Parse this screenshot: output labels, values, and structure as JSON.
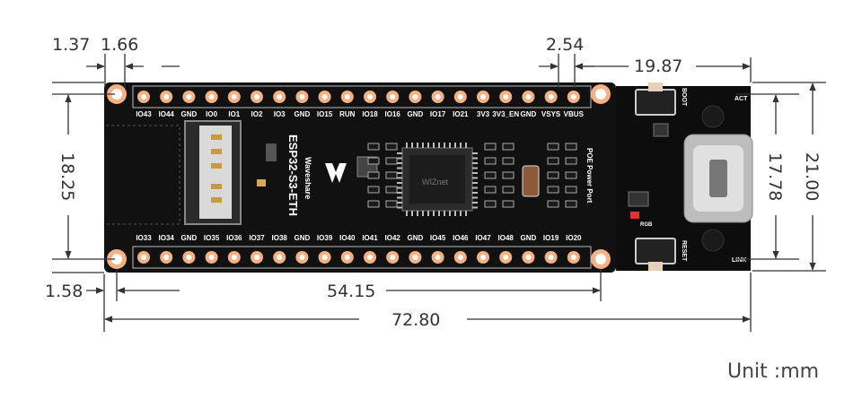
{
  "dimensions": {
    "d_1_37": "1.37",
    "d_1_66": "1.66",
    "d_2_54": "2.54",
    "d_19_87": "19.87",
    "d_18_25": "18.25",
    "d_17_78": "17.78",
    "d_21_00": "21.00",
    "d_1_58": "1.58",
    "d_54_15": "54.15",
    "d_72_80": "72.80"
  },
  "unit_label": "Unit :mm",
  "board": {
    "name": "ESP32-S3-ETH",
    "brand": "Waveshare",
    "top_pins": [
      "IO43",
      "IO44",
      "GND",
      "IO0",
      "IO1",
      "IO2",
      "IO3",
      "GND",
      "IO15",
      "RUN",
      "IO18",
      "IO16",
      "GND",
      "IO17",
      "IO21",
      "3V3",
      "3V3_EN",
      "GND",
      "VSYS",
      "VBUS"
    ],
    "bottom_pins": [
      "IO33",
      "IO34",
      "GND",
      "IO35",
      "IO36",
      "IO37",
      "IO38",
      "GND",
      "IO39",
      "IO40",
      "IO41",
      "IO42",
      "GND",
      "IO45",
      "IO46",
      "IO47",
      "IO48",
      "GND",
      "IO19",
      "IO20"
    ],
    "poe_label": "POE Power Port",
    "boot_label": "BOOT",
    "reset_label": "RESET",
    "act_label": "ACT",
    "link_label": "LINK",
    "rgb_label": "RGB"
  },
  "colors": {
    "pcb": "#111111",
    "pad": "#f4b183",
    "line": "#333333"
  }
}
